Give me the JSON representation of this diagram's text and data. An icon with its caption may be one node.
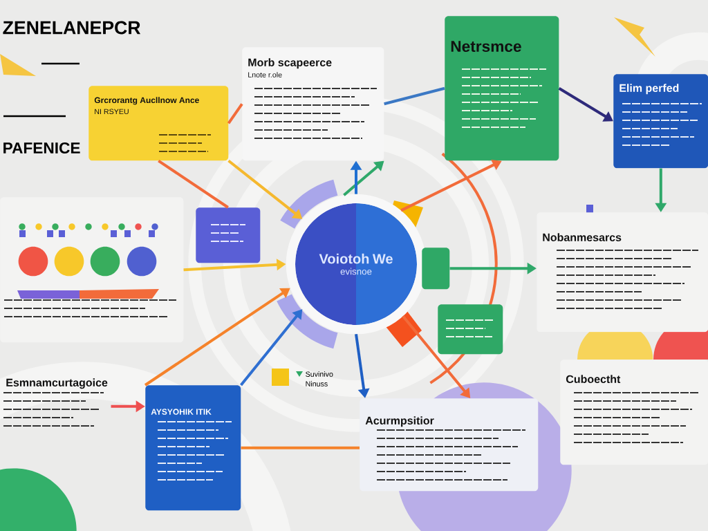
{
  "diagram": {
    "nodes": [
      {
        "text": [
          "Grcrorantg Aucllnow Ance",
          "NI RSYEU"
        ]
      },
      {
        "text": [
          "Morb scapeerce",
          "Lnote r.ole"
        ]
      },
      {
        "text": [
          "Netrsmce"
        ]
      },
      {
        "text": [
          "Elim perfed"
        ]
      },
      {
        "text": [],
        "shape": "box"
      },
      {
        "text": [],
        "shape": "box"
      },
      {
        "text": [
          "Voiotoh We",
          "evisnoe"
        ]
      },
      {
        "text": [],
        "shape": "box"
      },
      {
        "text": [],
        "shape": "box"
      },
      {
        "text": [
          "Nobanmesarcs"
        ]
      },
      {
        "text": [
          "Cuboectht"
        ]
      },
      {
        "text": [
          "Acurmpsitior"
        ]
      },
      {
        "text": [
          "AYSYOHIK ITIK"
        ]
      },
      {
        "text": [
          "Esmnamcurtagoice"
        ]
      }
    ],
    "edges": [
      {
        "from": 0,
        "to": 1,
        "arrow": "none",
        "color": "#f26b3a"
      },
      {
        "from": 0,
        "to": 5,
        "arrow": "none",
        "color": "#f26b3a"
      },
      {
        "from": 0,
        "to": 6,
        "arrow": "to",
        "color": "#f5b82e"
      },
      {
        "from": 1,
        "to": 2,
        "arrow": "none",
        "color": "#3b78c4"
      },
      {
        "from": 2,
        "to": 3,
        "arrow": "to",
        "color": "#2e2a7a"
      },
      {
        "from": 3,
        "to": 9,
        "arrow": "to",
        "color": "#2fa86a"
      },
      {
        "from": 6,
        "to": 2,
        "arrow": "to",
        "color": "#f26b3a"
      },
      {
        "from": 6,
        "to": 1,
        "arrow": "to",
        "color": "#2fa86a"
      },
      {
        "from": 6,
        "to": 1,
        "arrow": "to",
        "color": "#1f6fd1"
      },
      {
        "from": 4,
        "to": 6,
        "arrow": "to",
        "color": "#f5c02e"
      },
      {
        "from": 7,
        "to": 9,
        "arrow": "to",
        "color": "#2fa86a"
      },
      {
        "from": 6,
        "to": 11,
        "arrow": "to",
        "color": "#f26b3a"
      },
      {
        "from": 12,
        "to": 6,
        "arrow": "to",
        "color": "#2f6fd1"
      },
      {
        "from": 12,
        "to": 6,
        "arrow": "to",
        "color": "#f5822a"
      },
      {
        "from": 12,
        "to": 11,
        "arrow": "none",
        "color": "#f5822a"
      },
      {
        "from": 13,
        "to": 12,
        "arrow": "to",
        "color": "#ee5050"
      },
      {
        "from": 6,
        "to": 11,
        "arrow": "to",
        "color": "#1f5fc4"
      }
    ],
    "labels": [
      "ZENELANEPCR",
      "PAFENICE",
      "Suvinivo",
      "Ninuss"
    ]
  }
}
